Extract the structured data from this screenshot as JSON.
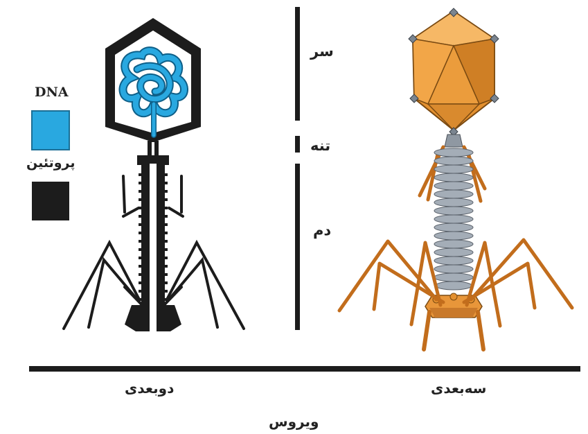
{
  "legend": {
    "dna_label": "DNA",
    "protein_label": "پروتئین",
    "dna_color": "#29a8e0",
    "protein_color": "#1c1c1c"
  },
  "segments": {
    "head": "سر",
    "neck": "تنه",
    "tail": "دم"
  },
  "captions": {
    "two_d": "دوبعدی",
    "three_d": "سه‌بعدی",
    "title": "ویروس"
  },
  "colors": {
    "outline": "#1c1c1c",
    "capsid_orange": "#f0a040",
    "tail_gray": "#9aa3ad"
  }
}
